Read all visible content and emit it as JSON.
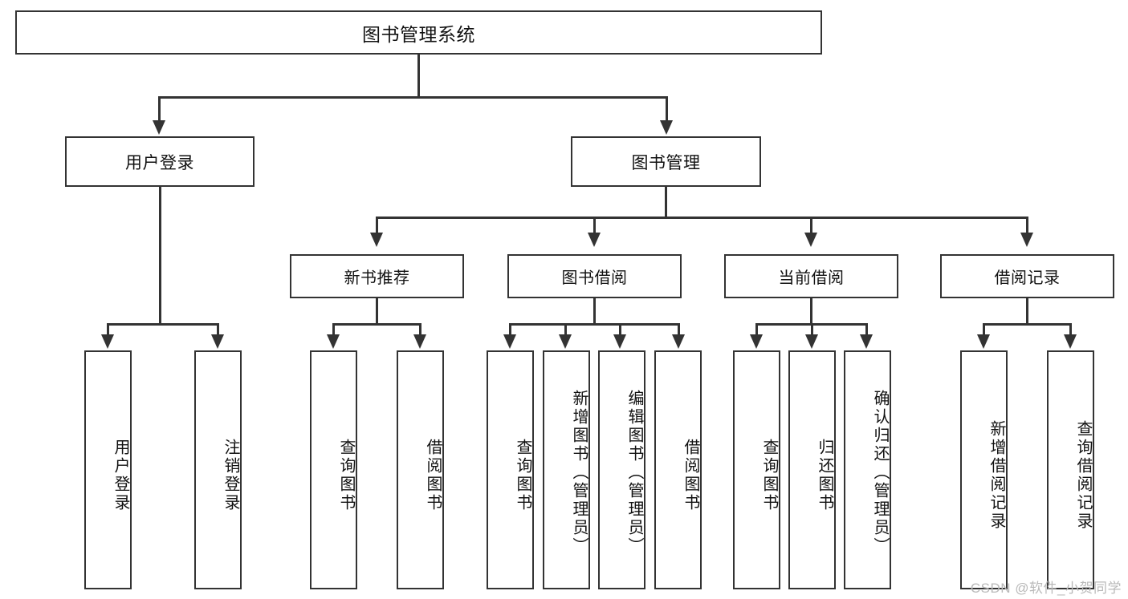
{
  "diagram": {
    "type": "tree",
    "title": "图书管理系统",
    "root": {
      "label": "图书管理系统"
    },
    "level2": [
      {
        "label": "用户登录"
      },
      {
        "label": "图书管理"
      }
    ],
    "level3": [
      {
        "label": "新书推荐"
      },
      {
        "label": "图书借阅"
      },
      {
        "label": "当前借阅"
      },
      {
        "label": "借阅记录"
      }
    ],
    "leaves": {
      "user_login": [
        {
          "label": "用户登录"
        },
        {
          "label": "注销登录"
        }
      ],
      "new_book": [
        {
          "label": "查询图书"
        },
        {
          "label": "借阅图书"
        }
      ],
      "book_borrow": [
        {
          "label": "查询图书"
        },
        {
          "label": "新增图书（管理员）"
        },
        {
          "label": "编辑图书（管理员）"
        },
        {
          "label": "借阅图书"
        }
      ],
      "current_borrow": [
        {
          "label": "查询图书"
        },
        {
          "label": "归还图书"
        },
        {
          "label": "确认归还（管理员）"
        }
      ],
      "borrow_record": [
        {
          "label": "新增借阅记录"
        },
        {
          "label": "查询借阅记录"
        }
      ]
    }
  },
  "watermark": {
    "text": "CSDN @软件_小贺同学"
  },
  "colors": {
    "line": "#333333",
    "box_border": "#333333",
    "background": "#ffffff",
    "text": "#111111",
    "watermark": "#b9b9b9"
  }
}
